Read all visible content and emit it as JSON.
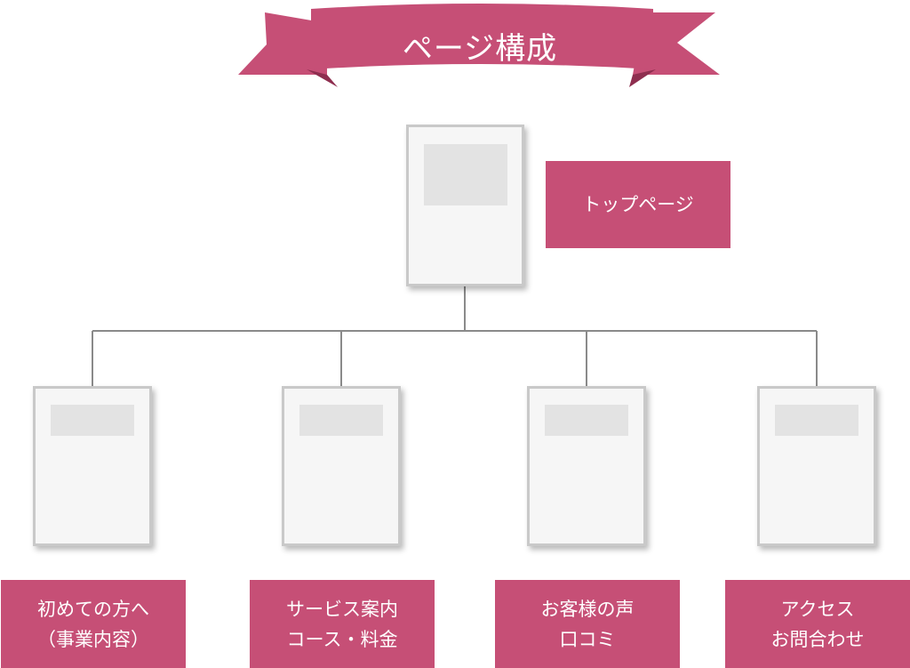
{
  "title": "ページ構成",
  "colors": {
    "ribbon_main": "#c64f76",
    "ribbon_dark": "#8e2e4f",
    "label_bg": "#c64f76",
    "card_border": "#c9c9c9",
    "card_bg": "#f6f6f6",
    "placeholder": "#e3e3e3",
    "connector": "#8a8a8a"
  },
  "top_page": {
    "label": "トップページ"
  },
  "child_pages": [
    {
      "lines": [
        "初めての方へ",
        "（事業内容）"
      ]
    },
    {
      "lines": [
        "サービス案内",
        "コース・料金"
      ]
    },
    {
      "lines": [
        "お客様の声",
        "口コミ"
      ]
    },
    {
      "lines": [
        "アクセス",
        "お問合わせ"
      ]
    }
  ]
}
